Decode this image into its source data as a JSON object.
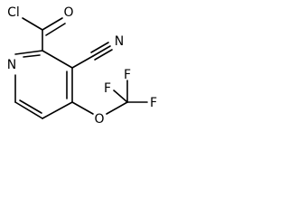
{
  "molecule": {
    "atoms": {
      "chlorine": "Cl",
      "carbonyl_oxygen": "O",
      "nitrile_nitrogen": "N",
      "ring_nitrogen": "N",
      "ether_oxygen": "O",
      "fluorine_top": "F",
      "fluorine_left": "F",
      "fluorine_right": "F"
    }
  }
}
